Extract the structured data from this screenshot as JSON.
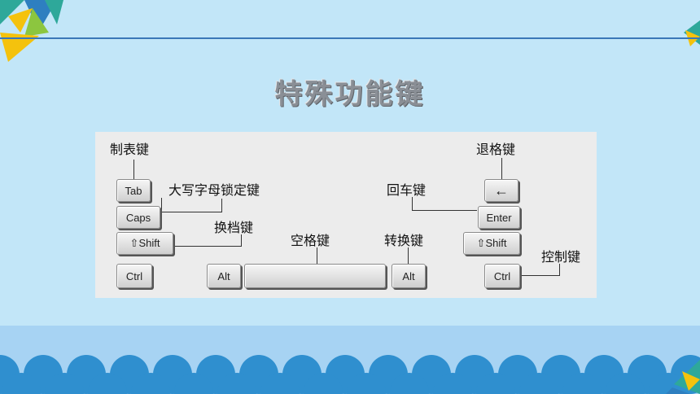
{
  "title": "特殊功能键",
  "labels": {
    "tab": "制表键",
    "caps": "大写字母锁定键",
    "shift": "换档键",
    "space": "空格键",
    "alt_switch": "转换键",
    "enter": "回车键",
    "backspace": "退格键",
    "ctrl": "控制键"
  },
  "keys": {
    "tab": "Tab",
    "caps": "Caps",
    "shift_left": "⇧Shift",
    "ctrl_left": "Ctrl",
    "alt_left": "Alt",
    "alt_right": "Alt",
    "backspace": "←",
    "enter": "Enter",
    "shift_right": "⇧Shift",
    "ctrl_right": "Ctrl"
  },
  "colors": {
    "background": "#c2e6f8",
    "wave": "#2f8fcf",
    "accent_yellow": "#f4c20d",
    "accent_teal": "#2ea89a"
  }
}
